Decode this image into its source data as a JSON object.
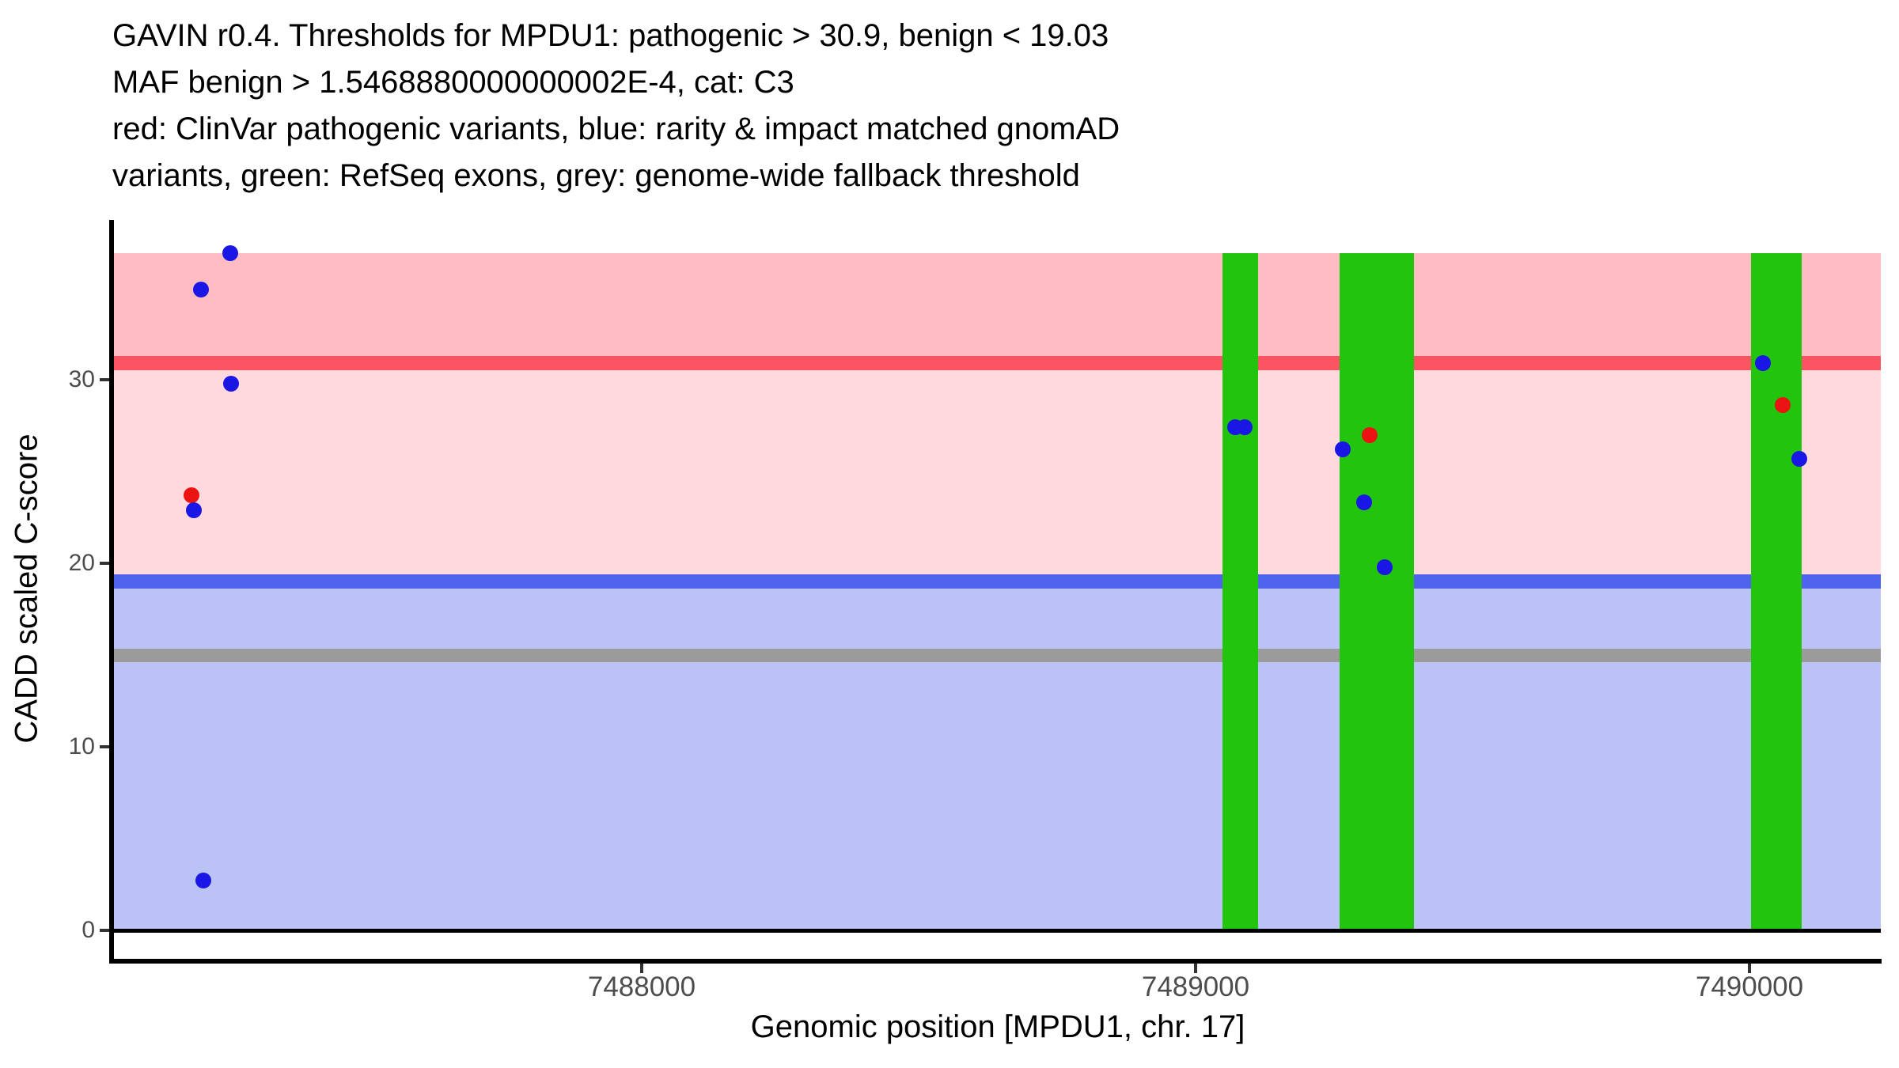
{
  "header": {
    "line1": "GAVIN r0.4. Thresholds for MPDU1: pathogenic > 30.9, benign < 19.03",
    "line2": "MAF benign > 1.5468880000000002E-4, cat: C3",
    "line3": "red: ClinVar pathogenic variants, blue: rarity & impact matched gnomAD",
    "line4": "variants, green: RefSeq exons, grey: genome-wide fallback threshold"
  },
  "chart_data": {
    "type": "scatter",
    "title": "GAVIN r0.4. Thresholds for MPDU1: pathogenic > 30.9, benign < 19.03 MAF benign > 1.5468880000000002E-4, cat: C3",
    "xlabel": "Genomic position [MPDU1, chr. 17]",
    "ylabel": "CADD scaled C-score",
    "gene": "MPDU1",
    "chromosome": "17",
    "x_ticks": [
      7488000,
      7489000,
      7490000
    ],
    "y_ticks": [
      0,
      10,
      20,
      30
    ],
    "xlim": [
      7487044,
      7490237
    ],
    "ylim": [
      -1.8,
      38.7
    ],
    "grid": false,
    "legend": "none",
    "region": {
      "x_start": 7487044,
      "x_end": 7490237,
      "y_bottom": 0,
      "y_top": 36.9
    },
    "zones": [
      {
        "name": "pathogenic-zone",
        "from": 30.9,
        "to": 36.9,
        "color": "#ffbcc2"
      },
      {
        "name": "vous-zone",
        "from": 19.03,
        "to": 30.9,
        "color": "#ffd9dd"
      },
      {
        "name": "benign-zone",
        "from": 0,
        "to": 19.03,
        "color": "#bbc2f6"
      }
    ],
    "thresholds": [
      {
        "name": "pathogenic-threshold",
        "value": 30.9,
        "color": "red",
        "hex": "#fb5463"
      },
      {
        "name": "benign-threshold",
        "value": 19.03,
        "color": "blue",
        "hex": "#4f63ec"
      },
      {
        "name": "genome-wide-fallback-threshold",
        "value": 15,
        "color": "grey",
        "hex": "#9b9b9b"
      },
      {
        "name": "zero-baseline",
        "value": 0,
        "color": "black",
        "hex": "#000000"
      }
    ],
    "exons": [
      {
        "start": 7489049,
        "end": 7489113
      },
      {
        "start": 7489260,
        "end": 7489394
      },
      {
        "start": 7490003,
        "end": 7490094
      }
    ],
    "series": [
      {
        "name": "ClinVar pathogenic variants",
        "color": "red",
        "hex": "#ec1313",
        "points": [
          {
            "x": 7487187,
            "y": 23.7
          },
          {
            "x": 7489314,
            "y": 27.0
          },
          {
            "x": 7490060,
            "y": 28.6
          }
        ]
      },
      {
        "name": "rarity & impact matched gnomAD variants",
        "color": "blue",
        "hex": "#1a16e4",
        "points": [
          {
            "x": 7487257,
            "y": 36.9
          },
          {
            "x": 7487204,
            "y": 34.9
          },
          {
            "x": 7487259,
            "y": 29.8
          },
          {
            "x": 7487191,
            "y": 22.9
          },
          {
            "x": 7487209,
            "y": 2.7
          },
          {
            "x": 7489071,
            "y": 27.4
          },
          {
            "x": 7489089,
            "y": 27.4
          },
          {
            "x": 7489266,
            "y": 26.2
          },
          {
            "x": 7489304,
            "y": 23.3
          },
          {
            "x": 7489341,
            "y": 19.8
          },
          {
            "x": 7490024,
            "y": 30.9
          },
          {
            "x": 7490090,
            "y": 25.7
          }
        ]
      }
    ],
    "exon_color": "#22c40e"
  },
  "colors": {
    "pathogenic_band": "#ffbcc2",
    "vous_band": "#ffd9dd",
    "benign_band": "#bbc2f6",
    "pathogenic_line": "#fb5463",
    "benign_line": "#4f63ec",
    "fallback_line": "#9b9b9b",
    "exon": "#22c40e",
    "clinvar_point": "#ec1313",
    "gnomad_point": "#1a16e4"
  }
}
